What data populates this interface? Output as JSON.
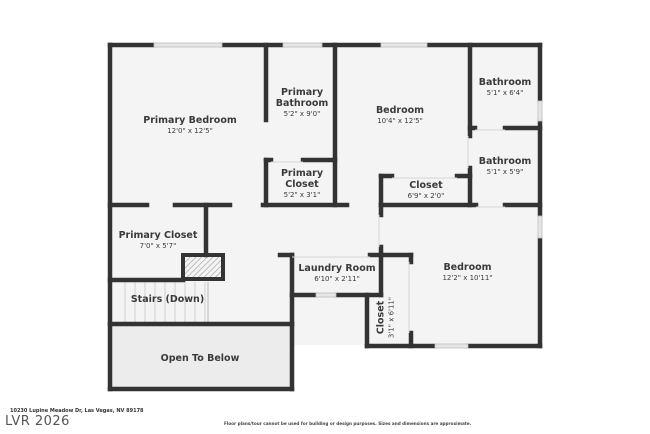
{
  "floorplan": {
    "colors": {
      "wall": "#333333",
      "floor": "#f4f4f4",
      "window": "#e6e6e6",
      "open_below": "#eeeeee",
      "text": "#3a3a3a"
    },
    "rooms": [
      {
        "id": "primary-bedroom",
        "name": "Primary Bedroom",
        "dim": "12'0\" x 12'5\""
      },
      {
        "id": "primary-bathroom",
        "name_line1": "Primary",
        "name_line2": "Bathroom",
        "dim": "5'2\" x 9'0\""
      },
      {
        "id": "primary-closet-upper",
        "name_line1": "Primary",
        "name_line2": "Closet",
        "dim": "5'2\" x 3'1\""
      },
      {
        "id": "bedroom-2",
        "name": "Bedroom",
        "dim": "10'4\" x 12'5\""
      },
      {
        "id": "bathroom-1",
        "name": "Bathroom",
        "dim": "5'1\" x 6'4\""
      },
      {
        "id": "bathroom-2",
        "name": "Bathroom",
        "dim": "5'1\" x 5'9\""
      },
      {
        "id": "closet-1",
        "name": "Closet",
        "dim": "6'9\" x 2'0\""
      },
      {
        "id": "primary-closet-lower",
        "name": "Primary Closet",
        "dim": "7'0\" x 5'7\""
      },
      {
        "id": "laundry-room",
        "name": "Laundry Room",
        "dim": "6'10\" x 2'11\""
      },
      {
        "id": "bedroom-3",
        "name": "Bedroom",
        "dim": "12'2\" x 10'11\""
      },
      {
        "id": "closet-2",
        "name": "Closet",
        "dim": "3'1\" x 6'11\""
      },
      {
        "id": "stairs",
        "name": "Stairs (Down)"
      },
      {
        "id": "open-to-below",
        "name": "Open To Below"
      }
    ]
  },
  "footer": {
    "address": "10230 Lupine Meadow Dr, Las Vegas, NV 89178",
    "logo": "LVR 2026",
    "disclaimer": "Floor plans/tour cannot be used for building or design purposes. Sizes and dimensions are approximate."
  }
}
